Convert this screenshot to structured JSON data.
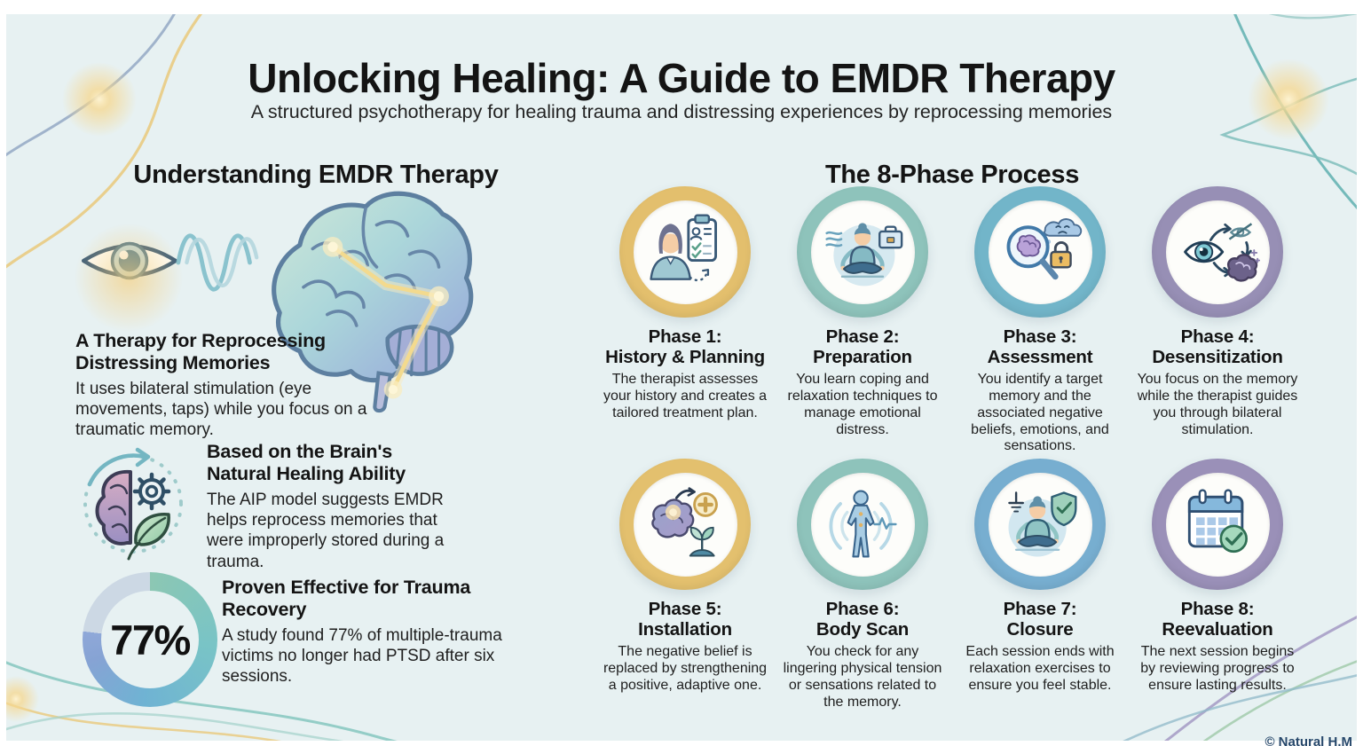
{
  "header": {
    "title": "Unlocking Healing: A Guide to EMDR Therapy",
    "subtitle": "A structured psychotherapy for healing trauma and distressing experiences by reprocessing memories"
  },
  "left_section": {
    "heading": "Understanding EMDR Therapy",
    "illustration_icons": [
      "eye-icon",
      "bilateral-waves-icon",
      "brain-illustration"
    ],
    "blocks": [
      {
        "icon": "eye-brain-illustration",
        "heading": "A Therapy for Reprocessing Distressing Memories",
        "body": "It uses bilateral stimulation (eye movements, taps) while you focus on a traumatic memory."
      },
      {
        "icon": "brain-gear-leaf-icon",
        "heading": "Based on the Brain's Natural Healing Ability",
        "body": "The AIP model suggests EMDR helps reprocess memories that were improperly stored during a trauma."
      },
      {
        "icon": "percent-donut",
        "stat": "77%",
        "stat_percent": 77,
        "heading": "Proven Effective for Trauma Recovery",
        "body": "A study found 77% of multiple-trauma victims no longer had PTSD after six sessions."
      }
    ]
  },
  "right_section": {
    "heading": "The 8-Phase Process",
    "phases": [
      {
        "label": "Phase 1:",
        "name": "History & Planning",
        "description": "The therapist assesses your history and creates a tailored treatment plan.",
        "ring_color": "#e3bf6d",
        "icon": "therapist-clipboard-icon"
      },
      {
        "label": "Phase 2:",
        "name": "Preparation",
        "description": "You learn coping and relaxation techniques to manage emotional distress.",
        "ring_color": "#8ec3bb",
        "icon": "meditation-briefcase-icon"
      },
      {
        "label": "Phase 3:",
        "name": "Assessment",
        "description": "You identify a target memory and the associated negative beliefs, emotions, and sensations.",
        "ring_color": "#72b5c9",
        "icon": "magnifier-brain-lock-icon"
      },
      {
        "label": "Phase 4:",
        "name": "Desensitization",
        "description": "You focus on the memory while the therapist guides you through bilateral stimulation.",
        "ring_color": "#978fb5",
        "icon": "eye-arrows-brain-icon"
      },
      {
        "label": "Phase 5:",
        "name": "Installation",
        "description": "The negative belief is replaced by strengthening a positive, adaptive one.",
        "ring_color": "#e3c06e",
        "icon": "brain-plus-plant-icon"
      },
      {
        "label": "Phase 6:",
        "name": "Body Scan",
        "description": "You check for any lingering physical tension or sensations related to the memory.",
        "ring_color": "#8ec3bb",
        "icon": "body-scan-icon"
      },
      {
        "label": "Phase 7:",
        "name": "Closure",
        "description": "Each session ends with relaxation exercises to ensure you feel stable.",
        "ring_color": "#77aed0",
        "icon": "meditation-shield-icon"
      },
      {
        "label": "Phase 8:",
        "name": "Reevaluation",
        "description": "The next session begins by reviewing progress to ensure lasting results.",
        "ring_color": "#9a90b8",
        "icon": "calendar-check-icon"
      }
    ]
  },
  "footer": {
    "watermark": "© Natural H.M"
  },
  "colors": {
    "background": "#e7f1f2",
    "frame": "#ffffff",
    "heading_text": "#141414",
    "body_text": "#1f1f1f",
    "donut_remainder": "#ccd8e4",
    "donut_gradient": [
      "#8cc7b3",
      "#79c4c6",
      "#6fb3d3",
      "#86a3d4"
    ],
    "wave_gold": "#e9cb82",
    "wave_teal": "#79bcb8",
    "wave_blue_gray": "#93a8c4",
    "wave_purple": "#a79fc6"
  }
}
